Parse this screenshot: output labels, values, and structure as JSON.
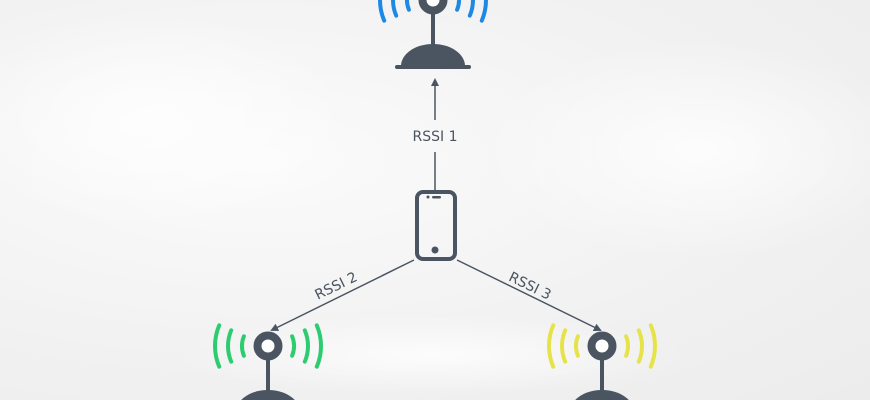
{
  "colors": {
    "device": "#4a5561",
    "beacon1": "#1e88e5",
    "beacon2": "#2ecc71",
    "beacon3": "#e6e34a",
    "line": "#4a5561"
  },
  "links": [
    {
      "label": "RSSI 1"
    },
    {
      "label": "RSSI 2"
    },
    {
      "label": "RSSI 3"
    }
  ]
}
